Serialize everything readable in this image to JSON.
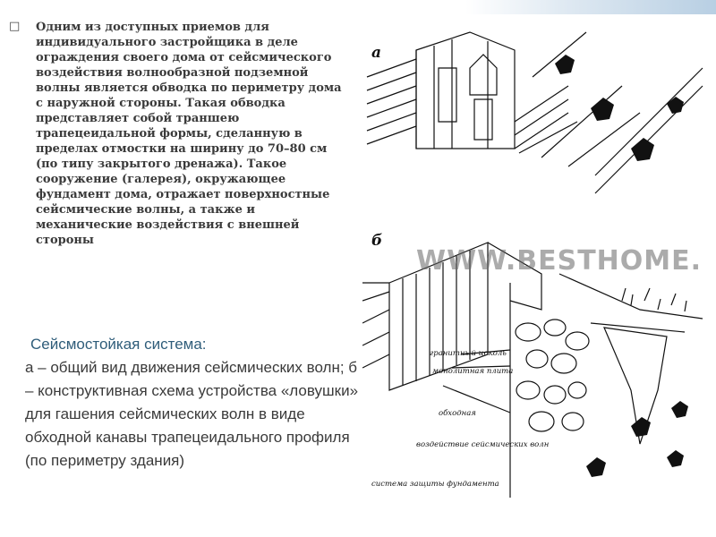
{
  "slide": {
    "bullet_icon": "square-bullet-icon",
    "bullet_text": "Одним из доступных приемов для индивидуального застройщика в деле ограждения своего дома от сейсмического воздействия волнообразной подземной волны является обводка по периметру дома с наружной стороны. Такая обводка представляет собой траншею трапецеидальной формы, сделанную в пределах отмостки на ширину до 70–80 см (по типу закрытого дренажа). Такое сооружение (галерея), окружающее фундамент дома, отражает поверхностные сейсмические волны, а также и механические воздействия с внешней стороны",
    "caption_title": "Сейсмостойкая система:",
    "caption_body": "а – общий вид движения сейсмических волн; б – конструктивная схема устройства «ловушки» для гашения сейсмических волн в виде обходной канавы трапецеидального профиля (по периметру здания)"
  },
  "figure": {
    "label_a": "а",
    "label_b": "б",
    "watermark": "WWW.BESTHOME.RU",
    "callouts": [
      "гранитный цоколь",
      "монолитная плита",
      "обходная",
      "воздействие сейсмических волн",
      "система защиты фундамента"
    ]
  }
}
